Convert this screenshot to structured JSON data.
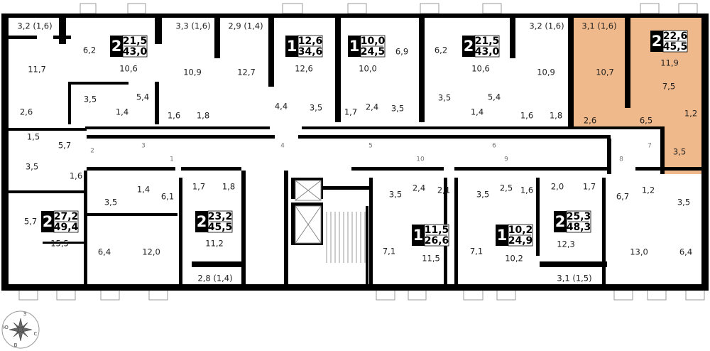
{
  "plan": {
    "highlight_color": "#f0b98b",
    "wall_color": "#000000",
    "rooms": [
      "3,2 (1,6)",
      "11,7",
      "2,6",
      "1,5",
      "5,7",
      "3,5",
      "1,6",
      "6,2",
      "10,6",
      "3,5",
      "1,4",
      "5,4",
      "3,3 (1,6)",
      "10,9",
      "1,6",
      "1,8",
      "2,9 (1,4)",
      "12,7",
      "4,4",
      "12,6",
      "3,5",
      "1,7",
      "10,0",
      "6,9",
      "2,4",
      "3,5",
      "6,2",
      "10,6",
      "3,5",
      "1,4",
      "5,4",
      "3,2 (1,6)",
      "10,9",
      "1,6",
      "1,8",
      "3,1 (1,6)",
      "10,7",
      "11,9",
      "7,5",
      "2,6",
      "6,5",
      "1,2",
      "3,5",
      "1,4",
      "3,5",
      "6,1",
      "5,7",
      "15,5",
      "6,4",
      "12,0",
      "1,7",
      "1,8",
      "11,2",
      "2,8 (1,4)",
      "2,4",
      "2,1",
      "3,5",
      "7,1",
      "11,5",
      "2,5",
      "1,6",
      "3,5",
      "7,1",
      "10,2",
      "2,0",
      "1,7",
      "12,3",
      "3,1 (1,5)",
      "6,7",
      "1,2",
      "3,5",
      "13,0",
      "6,4"
    ],
    "doors": [
      "1",
      "2",
      "3",
      "4",
      "5",
      "6",
      "7",
      "8",
      "9",
      "10"
    ],
    "apartments": [
      {
        "rooms": "2",
        "living": "21,5",
        "total": "43,0"
      },
      {
        "rooms": "1",
        "living": "12,6",
        "total": "34,6"
      },
      {
        "rooms": "1",
        "living": "10,0",
        "total": "24,5"
      },
      {
        "rooms": "2",
        "living": "21,5",
        "total": "43,0"
      },
      {
        "rooms": "2",
        "living": "22,6",
        "total": "45,5"
      },
      {
        "rooms": "2",
        "living": "27,2",
        "total": "49,4"
      },
      {
        "rooms": "2",
        "living": "23,2",
        "total": "45,5"
      },
      {
        "rooms": "1",
        "living": "11,5",
        "total": "26,6"
      },
      {
        "rooms": "1",
        "living": "10,2",
        "total": "24,9"
      },
      {
        "rooms": "2",
        "living": "25,3",
        "total": "48,3"
      }
    ]
  },
  "compass": {
    "north": "З",
    "west": "Ю",
    "east": "С",
    "south": "В"
  }
}
